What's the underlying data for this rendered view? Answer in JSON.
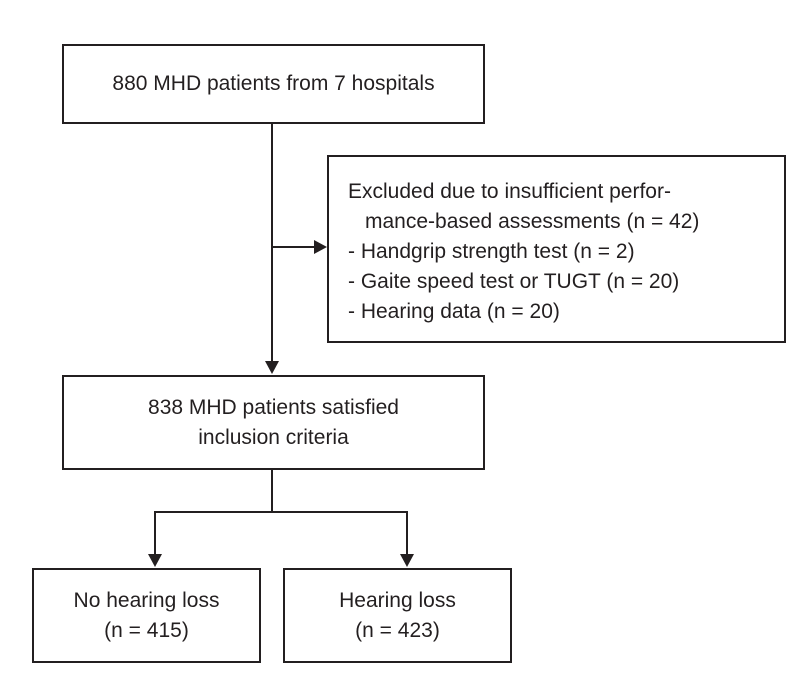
{
  "figure": {
    "type": "flowchart",
    "background": "#ffffff",
    "line_color": "#231f20",
    "text_color": "#231f20"
  },
  "nodes": {
    "initial": {
      "line1": "880 MHD patients from 7 hospitals"
    },
    "excluded": {
      "line1": "Excluded due to insufficient perfor-",
      "line2": "mance-based assessments (n = 42)",
      "item1": "- Handgrip strength test (n = 2)",
      "item2": "- Gaite speed test or TUGT (n = 20)",
      "item3": "- Hearing data (n = 20)"
    },
    "included": {
      "line1": "838 MHD patients satisfied",
      "line2": "inclusion criteria"
    },
    "no_hearing_loss": {
      "line1": "No hearing loss",
      "line2": "(n = 415)"
    },
    "hearing_loss": {
      "line1": "Hearing loss",
      "line2": "(n = 423)"
    }
  }
}
